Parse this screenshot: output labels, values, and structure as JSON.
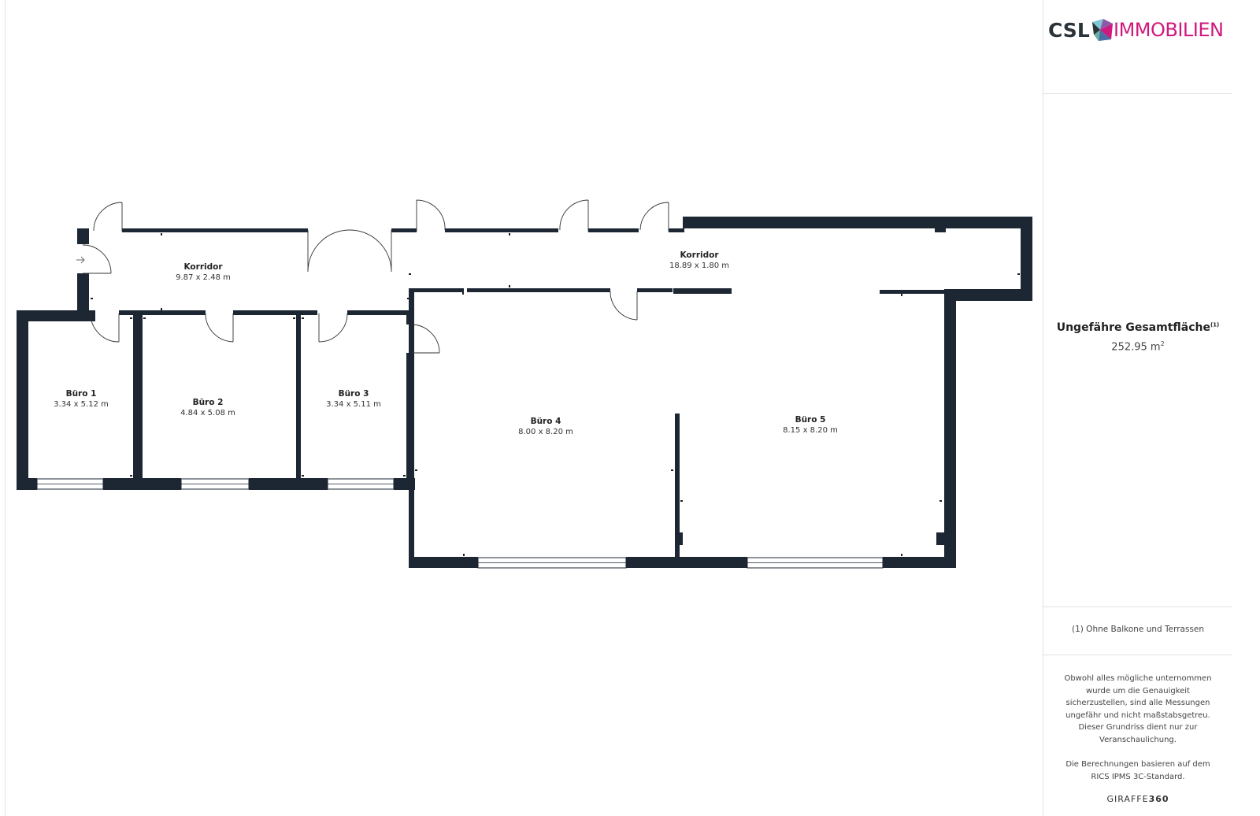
{
  "logo": {
    "left_text": "CSL",
    "right_text": "IMMOBILIEN",
    "left_color": "#2a3338",
    "right_color": "#d0197e"
  },
  "rooms": [
    {
      "id": "korridor-1",
      "name": "Korridor",
      "dims": "9.87 x 2.48 m"
    },
    {
      "id": "korridor-2",
      "name": "Korridor",
      "dims": "18.89 x 1.80 m"
    },
    {
      "id": "buero-1",
      "name": "Büro 1",
      "dims": "3.34 x 5.12 m"
    },
    {
      "id": "buero-2",
      "name": "Büro 2",
      "dims": "4.84 x 5.08 m"
    },
    {
      "id": "buero-3",
      "name": "Büro 3",
      "dims": "3.34 x 5.11 m"
    },
    {
      "id": "buero-4",
      "name": "Büro 4",
      "dims": "8.00 x 8.20 m"
    },
    {
      "id": "buero-5",
      "name": "Büro 5",
      "dims": "8.15 x 8.20 m"
    }
  ],
  "summary": {
    "area_label": "Ungefähre Gesamtfläche",
    "area_label_note": "(1)",
    "area_value": "252.95 m",
    "area_unit_sup": "2"
  },
  "footnote": "(1) Ohne Balkone und Terrassen",
  "disclaimer": [
    "Obwohl alles mögliche unternommen wurde um die Genauigkeit sicherzustellen, sind alle Messungen ungefähr und nicht maßstabsgetreu. Dieser Grundriss dient nur zur Veranschaulichung.",
    "Die Berechnungen basieren auf dem RICS IPMS 3C-Standard."
  ],
  "brand_footer": {
    "light": "GIRAFFE",
    "bold": "360"
  },
  "colors": {
    "wall": "#1d2633",
    "accent": "#d0197e"
  }
}
